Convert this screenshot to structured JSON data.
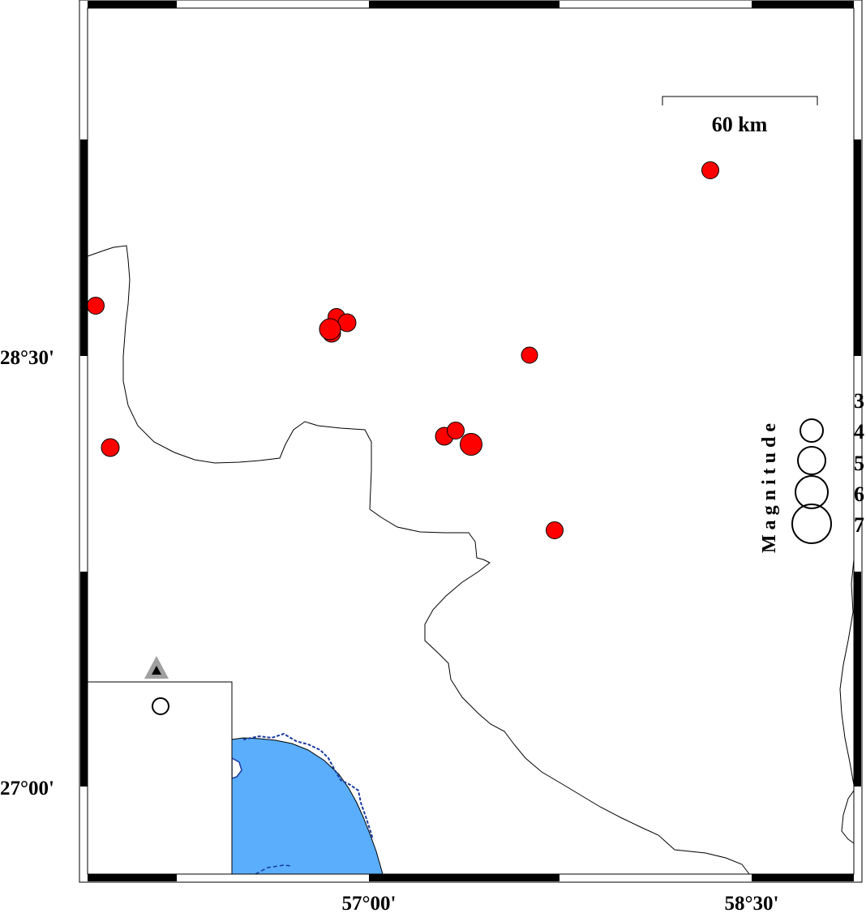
{
  "map": {
    "lat_labels": [
      {
        "text": "28°30'",
        "lat": 28.5
      },
      {
        "text": "27°00'",
        "lat": 27.0
      }
    ],
    "lon_labels": [
      {
        "text": "57°00'",
        "lon": 57.0
      },
      {
        "text": "58°30'",
        "lon": 58.5
      }
    ],
    "scale_bar": {
      "label": "60 km"
    },
    "legend": {
      "title": "Magnitude",
      "values": [
        "3",
        "4",
        "5",
        "6",
        "7"
      ]
    },
    "colors": {
      "event_fill": "#ff0000",
      "sea": "#5aaefc",
      "station_outer": "#a0a0a0",
      "station_inner": "#000000"
    },
    "events": [
      {
        "id": "e1",
        "mag": 4.5
      },
      {
        "id": "e2",
        "mag": 4.5
      },
      {
        "id": "e3",
        "mag": 4.5
      },
      {
        "id": "e4",
        "mag": 4.6
      },
      {
        "id": "e5",
        "mag": 4.6
      },
      {
        "id": "e6",
        "mag": 5.0
      },
      {
        "id": "e7",
        "mag": 4.4
      },
      {
        "id": "e8",
        "mag": 4.6
      },
      {
        "id": "e9",
        "mag": 4.6
      },
      {
        "id": "e10",
        "mag": 5.1
      },
      {
        "id": "e11",
        "mag": 4.5
      },
      {
        "id": "e12",
        "mag": 4.5
      }
    ]
  }
}
